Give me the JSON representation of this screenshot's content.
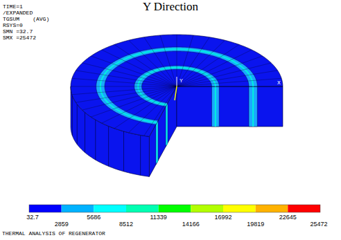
{
  "diagram": {
    "title": "Y Direction",
    "caption": "THERMAL ANALYSIS OF REGENERATOR",
    "labels": [
      "TIME=1",
      "/EXPANDED",
      "TGSUM    (AVG)",
      "RSYS=0",
      "SMN =32.7",
      "SMX =25472",
      "Y",
      "X",
      "32.7",
      "2859",
      "5686",
      "8512",
      "11339",
      "14166",
      "16992",
      "19819",
      "22645",
      "25472"
    ]
  }
}
